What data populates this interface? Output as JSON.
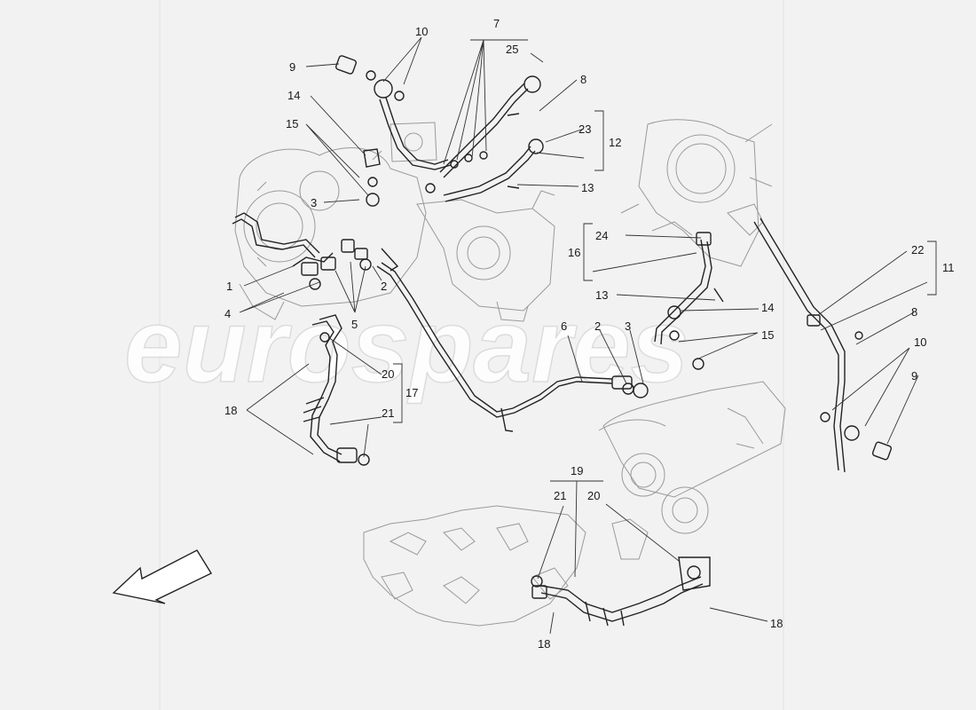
{
  "watermark": "eurospares",
  "colors": {
    "background": "#f2f2f2",
    "line": "#222222",
    "sketch": "#9a9a9a"
  },
  "callouts": {
    "c1": "1",
    "c2a": "2",
    "c2b": "2",
    "c3a": "3",
    "c3b": "3",
    "c4": "4",
    "c5": "5",
    "c6": "6",
    "c7": "7",
    "c8a": "8",
    "c8b": "8",
    "c9a": "9",
    "c9b": "9",
    "c10a": "10",
    "c10b": "10",
    "c11": "11",
    "c12": "12",
    "c13a": "13",
    "c13b": "13",
    "c14a": "14",
    "c14b": "14",
    "c15a": "15",
    "c15b": "15",
    "c16": "16",
    "c17": "17",
    "c18a": "18",
    "c18b": "18",
    "c18c": "18",
    "c19": "19",
    "c20a": "20",
    "c20b": "20",
    "c21a": "21",
    "c21b": "21",
    "c22": "22",
    "c23": "23",
    "c24": "24",
    "c25": "25"
  },
  "orientation_arrow_icon": "arrow-down-left-icon"
}
